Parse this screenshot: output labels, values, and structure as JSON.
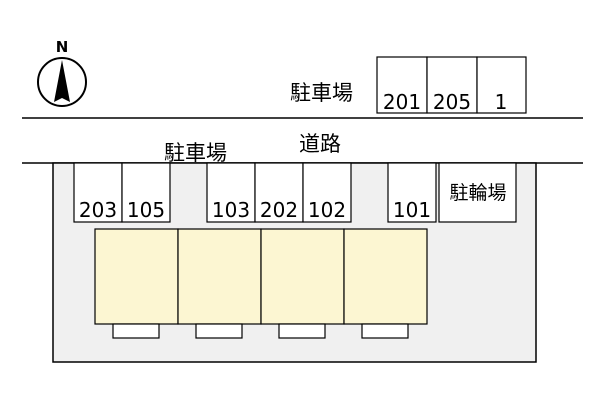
{
  "compass": {
    "label": "N",
    "icon": "north-arrow-icon"
  },
  "road": {
    "label": "道路"
  },
  "parking_north": {
    "label": "駐車場",
    "spaces": [
      "201",
      "205",
      "1"
    ]
  },
  "parking_south": {
    "label": "駐車場",
    "spaces": [
      "203",
      "105",
      "103",
      "202",
      "102",
      "101"
    ]
  },
  "bicycle_parking": {
    "label": "駐輪場"
  },
  "colors": {
    "building": "#fcf6d2",
    "lot": "#f0f0f0",
    "line": "#000000"
  }
}
